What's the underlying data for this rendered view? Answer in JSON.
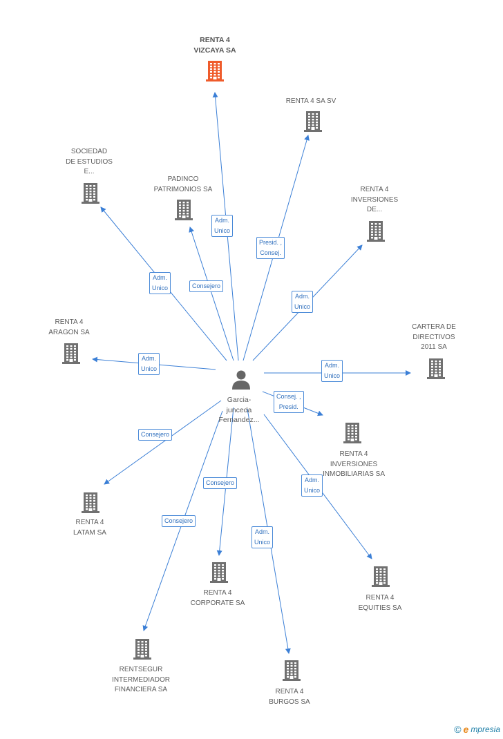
{
  "colors": {
    "edge": "#3b7fd6",
    "building": "#707070",
    "focus_building": "#ef5b2b",
    "person": "#666666"
  },
  "center": {
    "label": "Garcia-\njunceda\nFernandez..."
  },
  "nodes": [
    {
      "id": "vizcaya",
      "label": "RENTA 4\nVIZCAYA SA",
      "focus": true
    },
    {
      "id": "sv",
      "label": "RENTA 4 SA SV"
    },
    {
      "id": "sociedad",
      "label": "SOCIEDAD\nDE ESTUDIOS\nE..."
    },
    {
      "id": "padinco",
      "label": "PADINCO\nPATRIMONIOS SA"
    },
    {
      "id": "inversiones_de",
      "label": "RENTA 4\nINVERSIONES\nDE..."
    },
    {
      "id": "aragon",
      "label": "RENTA 4\nARAGON SA"
    },
    {
      "id": "cartera",
      "label": "CARTERA DE\nDIRECTIVOS\n2011 SA"
    },
    {
      "id": "inmobiliarias",
      "label": "RENTA 4\nINVERSIONES\nINMOBILIARIAS SA"
    },
    {
      "id": "latam",
      "label": "RENTA 4\nLATAM SA"
    },
    {
      "id": "corporate",
      "label": "RENTA 4\nCORPORATE SA"
    },
    {
      "id": "equities",
      "label": "RENTA 4\nEQUITIES SA"
    },
    {
      "id": "rentsegur",
      "label": "RENTSEGUR\nINTERMEDIADOR\nFINANCIERA SA"
    },
    {
      "id": "burgos",
      "label": "RENTA 4\nBURGOS SA"
    }
  ],
  "edges": [
    {
      "to": "vizcaya",
      "label": "Adm.\nUnico"
    },
    {
      "to": "sv",
      "label": "Presid. ,\nConsej."
    },
    {
      "to": "sociedad",
      "label": "Adm.\nUnico"
    },
    {
      "to": "padinco",
      "label": "Consejero"
    },
    {
      "to": "inversiones_de",
      "label": "Adm.\nUnico"
    },
    {
      "to": "aragon",
      "label": "Adm.\nUnico"
    },
    {
      "to": "cartera",
      "label": "Adm.\nUnico"
    },
    {
      "to": "inmobiliarias",
      "label": "Consej. ,\nPresid."
    },
    {
      "to": "latam",
      "label": "Consejero"
    },
    {
      "to": "corporate",
      "label": "Consejero"
    },
    {
      "to": "equities",
      "label": "Adm.\nUnico"
    },
    {
      "to": "rentsegur",
      "label": "Consejero"
    },
    {
      "to": "burgos",
      "label": "Adm.\nUnico"
    }
  ],
  "footer": {
    "copyright": "©",
    "brand_initial": "e",
    "brand_rest": "mpresia"
  }
}
